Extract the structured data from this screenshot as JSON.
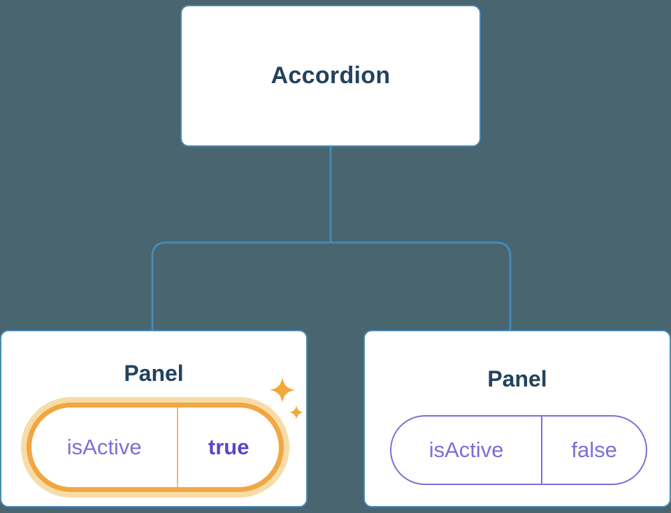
{
  "colors": {
    "background": "#486570",
    "node_bg": "#ffffff",
    "node_border": "#4a8ab5",
    "node_text": "#23425f",
    "connector": "#4589b8",
    "state_purple": "#7a70d6",
    "state_value_bold": "#5747c9",
    "highlight_orange": "#f0a741",
    "highlight_glow": "#f8dca8",
    "divider_orange": "#eebb72",
    "sparkle": "#f2a93c"
  },
  "tree": {
    "root": {
      "label": "Accordion"
    },
    "children": [
      {
        "title": "Panel",
        "state": {
          "key": "isActive",
          "value": "true"
        },
        "highlighted": true
      },
      {
        "title": "Panel",
        "state": {
          "key": "isActive",
          "value": "false"
        },
        "highlighted": false
      }
    ]
  }
}
